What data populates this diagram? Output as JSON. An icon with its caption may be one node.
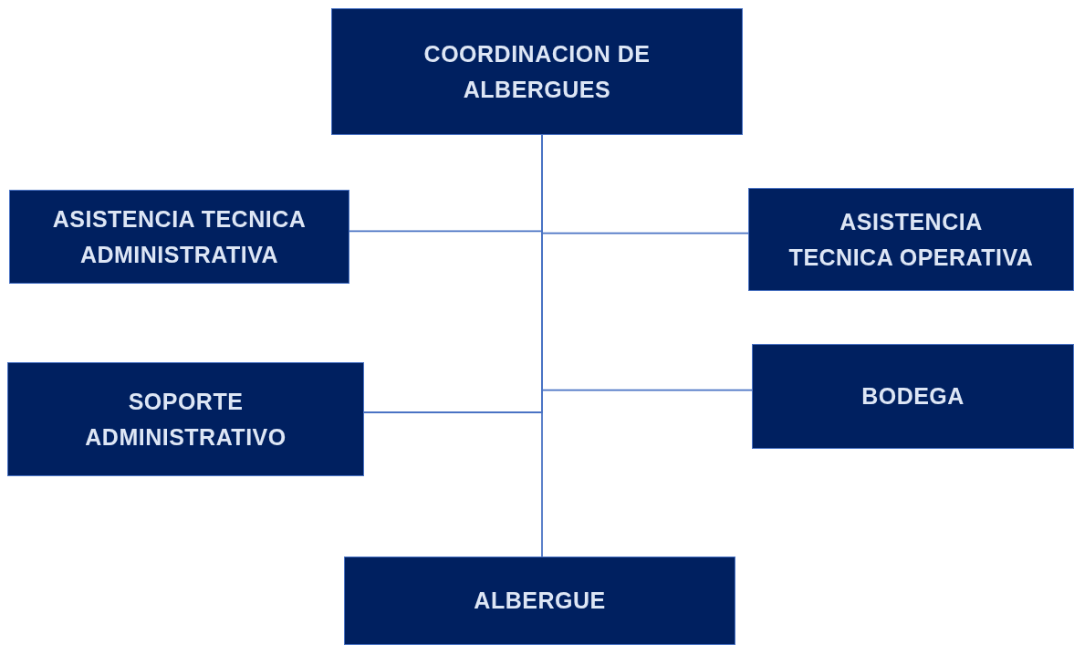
{
  "diagram": {
    "nodes": [
      {
        "text": [
          "COORDINACION DE ALBERGUES"
        ]
      },
      {
        "text": [
          "ASISTENCIA TECNICA ADMINISTRATIVA"
        ]
      },
      {
        "text": [
          "ASISTENCIA TECNICA OPERATIVA"
        ]
      },
      {
        "text": [
          "SOPORTE ADMINISTRATIVO"
        ]
      },
      {
        "text": [
          "BODEGA"
        ]
      },
      {
        "text": [
          "ALBERGUE"
        ]
      }
    ],
    "edges": [
      {
        "from": 0,
        "to": 1,
        "arrow": "none"
      },
      {
        "from": 0,
        "to": 2,
        "arrow": "none"
      },
      {
        "from": 0,
        "to": 3,
        "arrow": "none"
      },
      {
        "from": 0,
        "to": 4,
        "arrow": "none"
      },
      {
        "from": 0,
        "to": 5,
        "arrow": "none"
      }
    ]
  }
}
